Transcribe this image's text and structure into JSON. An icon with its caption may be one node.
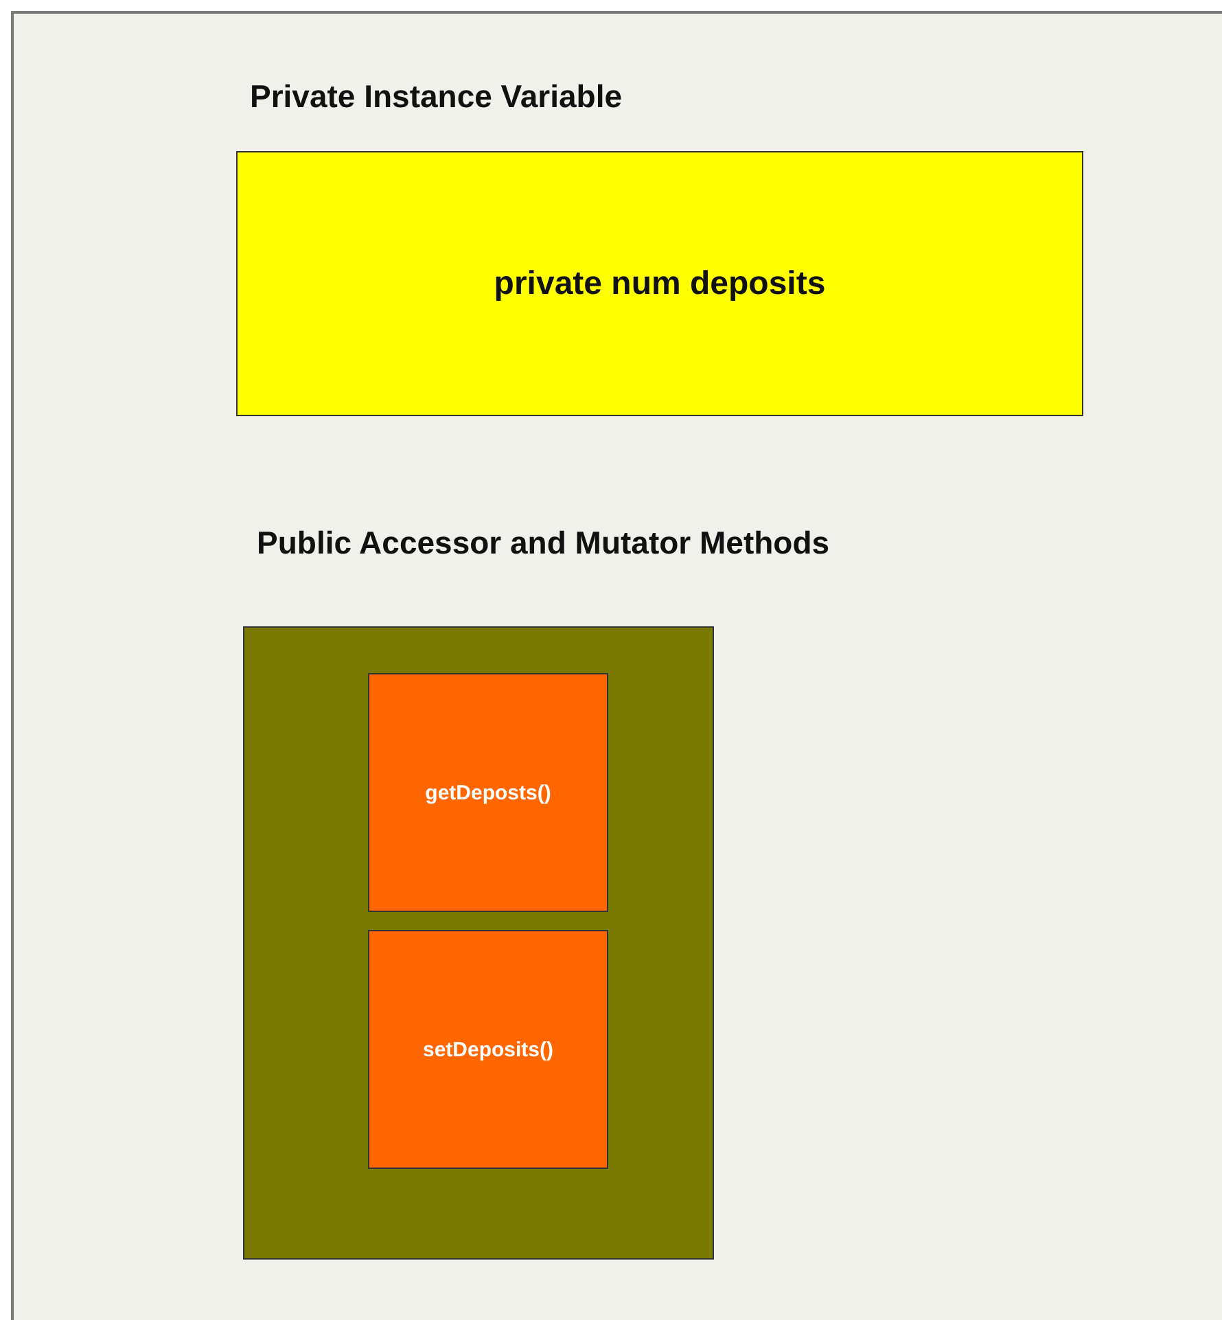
{
  "diagram": {
    "nodes": [
      {
        "text": [
          "Private Instance Variable",
          "private num deposits"
        ]
      },
      {
        "text": [
          "Public Accessor and Mutator Methods"
        ]
      },
      {
        "text": [
          "getDeposts()"
        ],
        "in": 1
      },
      {
        "text": [
          "setDeposits()"
        ],
        "in": 1
      }
    ]
  }
}
